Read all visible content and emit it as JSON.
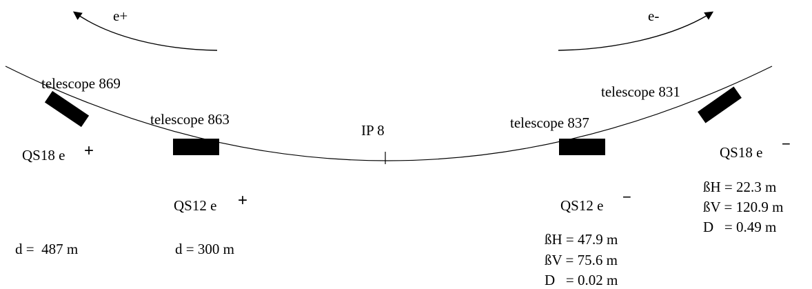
{
  "beams": {
    "positron": "e+",
    "electron": "e-"
  },
  "interaction_point": {
    "label": "IP 8"
  },
  "telescopes": [
    {
      "id": "telescope-869",
      "label": "telescope 869"
    },
    {
      "id": "telescope-863",
      "label": "telescope 863"
    },
    {
      "id": "telescope-837",
      "label": "telescope 837"
    },
    {
      "id": "telescope-831",
      "label": "telescope 831"
    }
  ],
  "quadrupoles": {
    "qs18_positron": {
      "name": "QS18 e",
      "sign": "+"
    },
    "qs12_positron": {
      "name": "QS12 e",
      "sign": "+"
    },
    "qs12_electron": {
      "name": "QS12 e",
      "sign": "−"
    },
    "qs18_electron": {
      "name": "QS18 e",
      "sign": "−"
    }
  },
  "distances": {
    "qs18": "d =  487 m",
    "qs12": "d = 300 m"
  },
  "optics": {
    "qs12_electron": {
      "beta_h": "ßH = 47.9 m",
      "beta_v": "ßV = 75.6 m",
      "dispersion": "D   = 0.02 m"
    },
    "qs18_electron": {
      "beta_h": "ßH = 22.3 m",
      "beta_v": "ßV = 120.9 m",
      "dispersion": "D   = 0.49 m"
    }
  }
}
